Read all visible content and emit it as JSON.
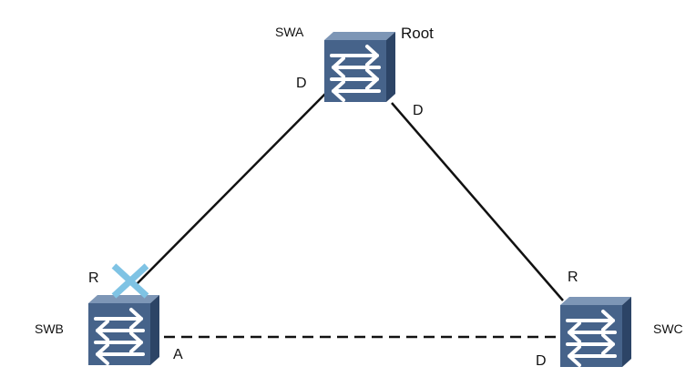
{
  "colors": {
    "switch_front": "#46638a",
    "switch_top": "#7d96b6",
    "switch_side": "#2c4466",
    "arrow": "#ffffff",
    "link": "#111111",
    "blocked_mark": "#7fc3e4"
  },
  "icons": {
    "switch": "switch-icon",
    "blocked": "blocked-port-x-icon"
  },
  "devices": {
    "swa": {
      "name": "SWA",
      "role": "Root"
    },
    "swb": {
      "name": "SWB"
    },
    "swc": {
      "name": "SWC"
    }
  },
  "ports": {
    "swa_to_swb": "D",
    "swa_to_swc": "D",
    "swb_to_swa": "R",
    "swb_to_swc": "A",
    "swc_to_swa": "R",
    "swc_to_swb": "D"
  },
  "links": [
    {
      "from": "SWA",
      "to": "SWB",
      "style": "solid"
    },
    {
      "from": "SWA",
      "to": "SWC",
      "style": "solid"
    },
    {
      "from": "SWB",
      "to": "SWC",
      "style": "dashed"
    }
  ]
}
